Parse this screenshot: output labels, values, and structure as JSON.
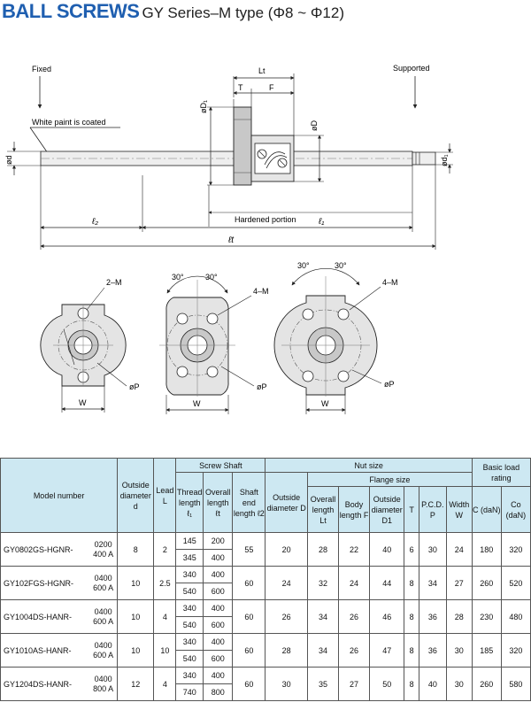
{
  "title": {
    "main": "BALL SCREWS",
    "sub": "GY Series–M type (Φ8 ~ Φ12)"
  },
  "drawing": {
    "fixed": "Fixed",
    "supported": "Supported",
    "white_paint": "White paint is coated",
    "hardened": "Hardened portion",
    "dim_lt_nut": "Lt",
    "dim_t": "T",
    "dim_f": "F",
    "dim_d1_nut": "øD₁",
    "dim_d_nut": "øD",
    "dim_d_shaft": "ød",
    "dim_d1_end": "ød₁",
    "dim_l2": "ℓ₂",
    "dim_l1": "ℓ₁",
    "dim_lt": "ℓt",
    "flange_1_holes": "2–M",
    "flange_2_holes": "4–M",
    "flange_3_holes": "4–M",
    "phi_p": "øP",
    "width_w": "W",
    "angle_30": "30°"
  },
  "table": {
    "h_model": "Model number",
    "h_outside_diameter": "Outside diameter d",
    "h_lead": "Lead L",
    "h_screw_shaft": "Screw Shaft",
    "h_thread_length": "Thread length ℓ₁",
    "h_overall_length": "Overall length ℓt",
    "h_shaft_end_length": "Shaft end length ℓ2",
    "h_nut_size": "Nut size",
    "h_nut_outside_diameter": "Outside diameter D",
    "h_flange_size": "Flange size",
    "h_nut_overall_length": "Overall length Lt",
    "h_body_length": "Body length F",
    "h_flange_outside_diameter": "Outside diameter D1",
    "h_t": "T",
    "h_pcd": "P.C.D. P",
    "h_width": "Width W",
    "h_basic_load": "Basic load rating",
    "h_c": "C (daN)",
    "h_co": "Co (daN)",
    "rows": [
      {
        "model": "GY0802GS-HGNR-",
        "suffix_1": "0200",
        "suffix_2": "400 A",
        "d": "8",
        "lead": "2",
        "thread_1": "145",
        "overall_1": "200",
        "thread_2": "345",
        "overall_2": "400",
        "shaft_end": "55",
        "nut_d": "20",
        "lt": "28",
        "f": "22",
        "d1": "40",
        "t": "6",
        "pcd": "30",
        "w": "24",
        "c": "180",
        "co": "320"
      },
      {
        "model": "GY102FGS-HGNR-",
        "suffix_1": "0400",
        "suffix_2": "600 A",
        "d": "10",
        "lead": "2.5",
        "thread_1": "340",
        "overall_1": "400",
        "thread_2": "540",
        "overall_2": "600",
        "shaft_end": "60",
        "nut_d": "24",
        "lt": "32",
        "f": "24",
        "d1": "44",
        "t": "8",
        "pcd": "34",
        "w": "27",
        "c": "260",
        "co": "520"
      },
      {
        "model": "GY1004DS-HANR-",
        "suffix_1": "0400",
        "suffix_2": "600 A",
        "d": "10",
        "lead": "4",
        "thread_1": "340",
        "overall_1": "400",
        "thread_2": "540",
        "overall_2": "600",
        "shaft_end": "60",
        "nut_d": "26",
        "lt": "34",
        "f": "26",
        "d1": "46",
        "t": "8",
        "pcd": "36",
        "w": "28",
        "c": "230",
        "co": "480"
      },
      {
        "model": "GY1010AS-HANR-",
        "suffix_1": "0400",
        "suffix_2": "600 A",
        "d": "10",
        "lead": "10",
        "thread_1": "340",
        "overall_1": "400",
        "thread_2": "540",
        "overall_2": "600",
        "shaft_end": "60",
        "nut_d": "28",
        "lt": "34",
        "f": "26",
        "d1": "47",
        "t": "8",
        "pcd": "36",
        "w": "30",
        "c": "185",
        "co": "320"
      },
      {
        "model": "GY1204DS-HANR-",
        "suffix_1": "0400",
        "suffix_2": "800 A",
        "d": "12",
        "lead": "4",
        "thread_1": "340",
        "overall_1": "400",
        "thread_2": "740",
        "overall_2": "800",
        "shaft_end": "60",
        "nut_d": "30",
        "lt": "35",
        "f": "27",
        "d1": "50",
        "t": "8",
        "pcd": "40",
        "w": "30",
        "c": "260",
        "co": "580"
      }
    ]
  }
}
